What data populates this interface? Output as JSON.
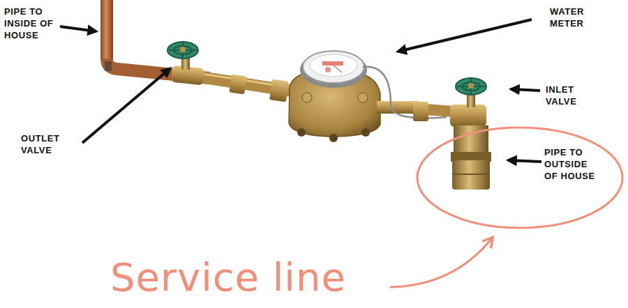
{
  "diagram": {
    "nodes": [
      {
        "text": [
          "PIPE TO OUTSIDE OF HOUSE"
        ]
      }
    ],
    "labels": [
      "PIPE TO INSIDE OF HOUSE",
      "OUTLET VALVE",
      "WATER METER",
      "INLET VALVE",
      "Service line"
    ]
  }
}
